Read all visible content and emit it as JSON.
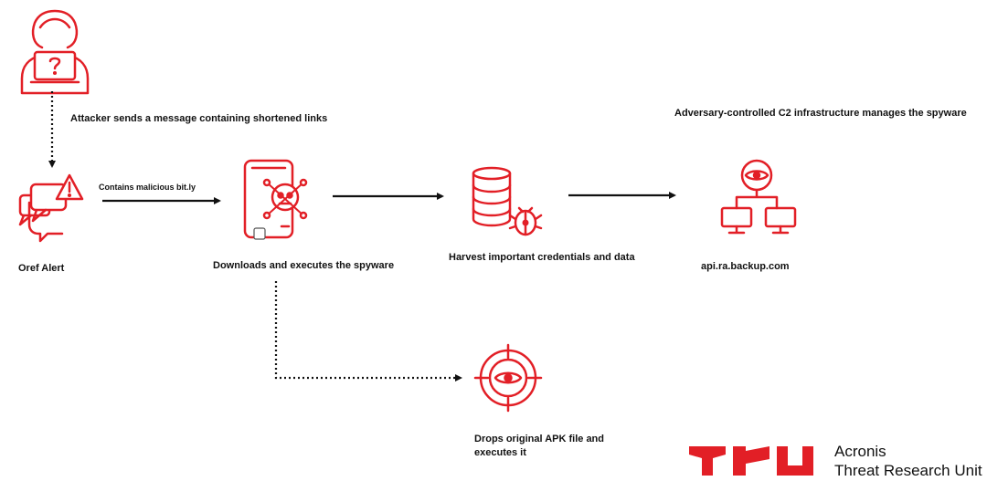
{
  "labels": {
    "attacker_message": "Attacker sends a message containing shortened links",
    "malicious_link": "Contains malicious bit.ly",
    "oref_alert": "Oref Alert",
    "downloads_executes": "Downloads and executes the spyware",
    "harvest": "Harvest important credentials and data",
    "c2_manages": "Adversary-controlled C2 infrastructure manages the spyware",
    "c2_domain": "api.ra.backup.com",
    "drops_apk": "Drops original APK file and executes it"
  },
  "brand": {
    "logo_text": "TRU",
    "line1": "Acronis",
    "line2": "Threat Research Unit"
  },
  "colors": {
    "accent": "#e21f26",
    "text": "#111111"
  },
  "icons": {
    "attacker": "hacker-laptop-icon",
    "alert": "chat-alert-icon",
    "phone": "phone-skull-icon",
    "database": "database-bug-icon",
    "network": "network-eye-icon",
    "target": "target-eye-icon"
  }
}
